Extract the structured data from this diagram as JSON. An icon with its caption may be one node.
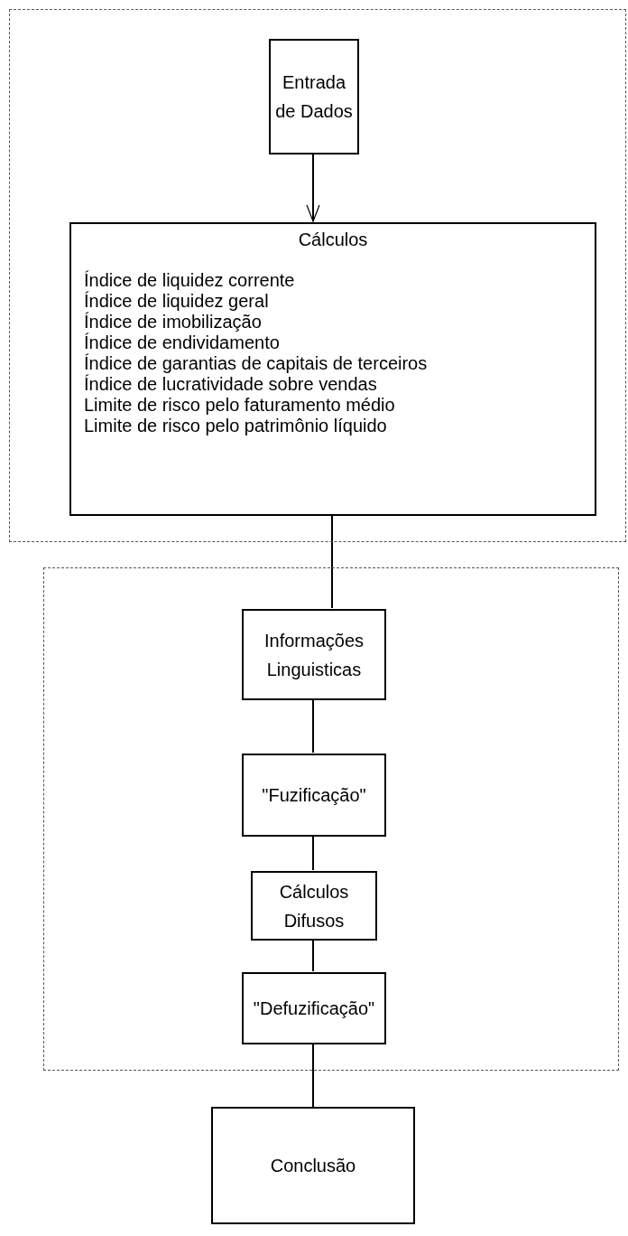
{
  "diagram": {
    "nodes": [
      {
        "text": [],
        "shape": "box"
      },
      {
        "text": [
          "Entrada de Dados"
        ],
        "in": 0
      },
      {
        "text": [
          "Cálculos",
          "Índice de liquidez corrente",
          "Índice de liquidez geral",
          "Índice de imobilização",
          "Índice de endividamento",
          "Índice de garantias de capitais de terceiros",
          "Índice de lucratividade sobre vendas",
          "Limite de risco pelo faturamento médio",
          "Limite de risco pelo patrimônio líquido"
        ],
        "in": 0
      },
      {
        "text": [],
        "shape": "box"
      },
      {
        "text": [
          "Informações Linguisticas"
        ],
        "in": 3
      },
      {
        "text": [
          "\"Fuzificação\""
        ],
        "in": 3
      },
      {
        "text": [
          "Cálculos Difusos"
        ],
        "in": 3
      },
      {
        "text": [
          "\"Defuzificação\""
        ],
        "in": 3
      },
      {
        "text": [
          "Conclusão"
        ]
      }
    ],
    "edges": [
      {
        "from": 1,
        "to": 2,
        "arrow": "to"
      },
      {
        "from": 2,
        "to": 4,
        "arrow": "none"
      },
      {
        "from": 4,
        "to": 5,
        "arrow": "none"
      },
      {
        "from": 5,
        "to": 6,
        "arrow": "none"
      },
      {
        "from": 6,
        "to": 7,
        "arrow": "none"
      },
      {
        "from": 7,
        "to": 8,
        "arrow": "none"
      }
    ]
  }
}
